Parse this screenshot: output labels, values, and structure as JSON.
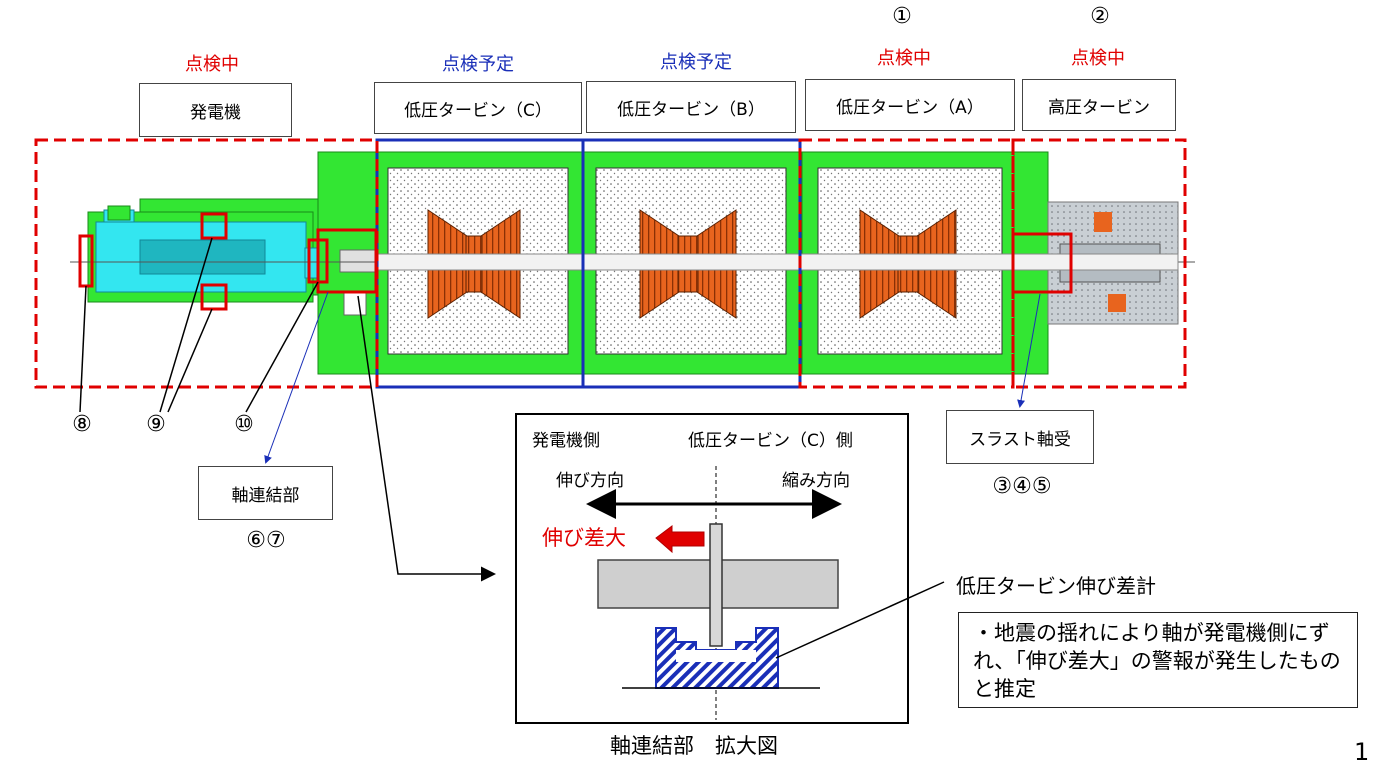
{
  "status": {
    "generator": "点検中",
    "lp_c": "点検予定",
    "lp_b": "点検予定",
    "lp_a": "点検中",
    "hp": "点検中"
  },
  "circle_numbers": {
    "lp_a": "①",
    "hp": "②",
    "gen_end": "⑧",
    "gen_mid": "⑨",
    "gen_coupling": "⑩",
    "coupling": "⑥⑦",
    "thrust": "③④⑤"
  },
  "labels": {
    "generator": "発電機",
    "lp_c": "低圧タービン（C）",
    "lp_b": "低圧タービン（B）",
    "lp_a": "低圧タービン（A）",
    "hp": "高圧タービン",
    "coupling": "軸連結部",
    "thrust": "スラスト軸受"
  },
  "inset": {
    "left_side": "発電機側",
    "right_side": "低圧タービン（C）側",
    "extend_dir": "伸び方向",
    "shrink_dir": "縮み方向",
    "alarm": "伸び差大",
    "caption": "軸連結部　拡大図"
  },
  "meter_label": "低圧タービン伸び差計",
  "note_text": "・地震の揺れにより軸が発電機側にずれ、「伸び差大」の警報が発生したものと推定",
  "page_number": "1",
  "colors": {
    "red": "#e00000",
    "blue": "#1a2fb8",
    "green": "#33e633",
    "cyan": "#33e6f0",
    "orange": "#e8641e"
  }
}
